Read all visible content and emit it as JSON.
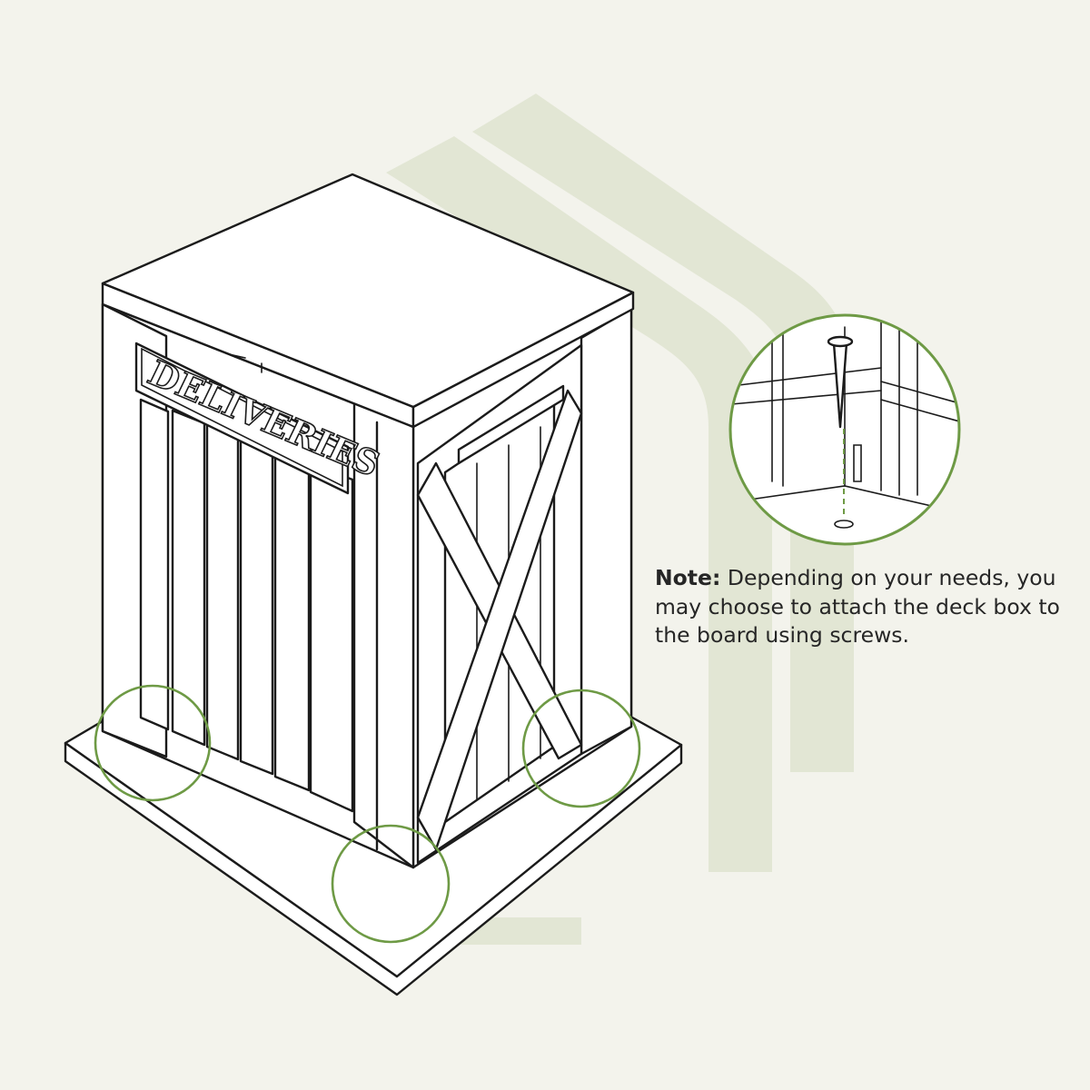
{
  "product": {
    "sign_text": "DELIVERIES"
  },
  "note": {
    "label": "Note:",
    "text": " Depending on your needs, you may choose to attach the deck box to the board using screws."
  },
  "colors": {
    "background": "#f3f3ec",
    "watermark": "#e2e6d4",
    "highlight": "#6e9a45",
    "line": "#1b1b1b",
    "text": "#262626"
  },
  "icons": {
    "watermark": "brand-watermark-shape",
    "detail": "screw-detail-callout"
  }
}
